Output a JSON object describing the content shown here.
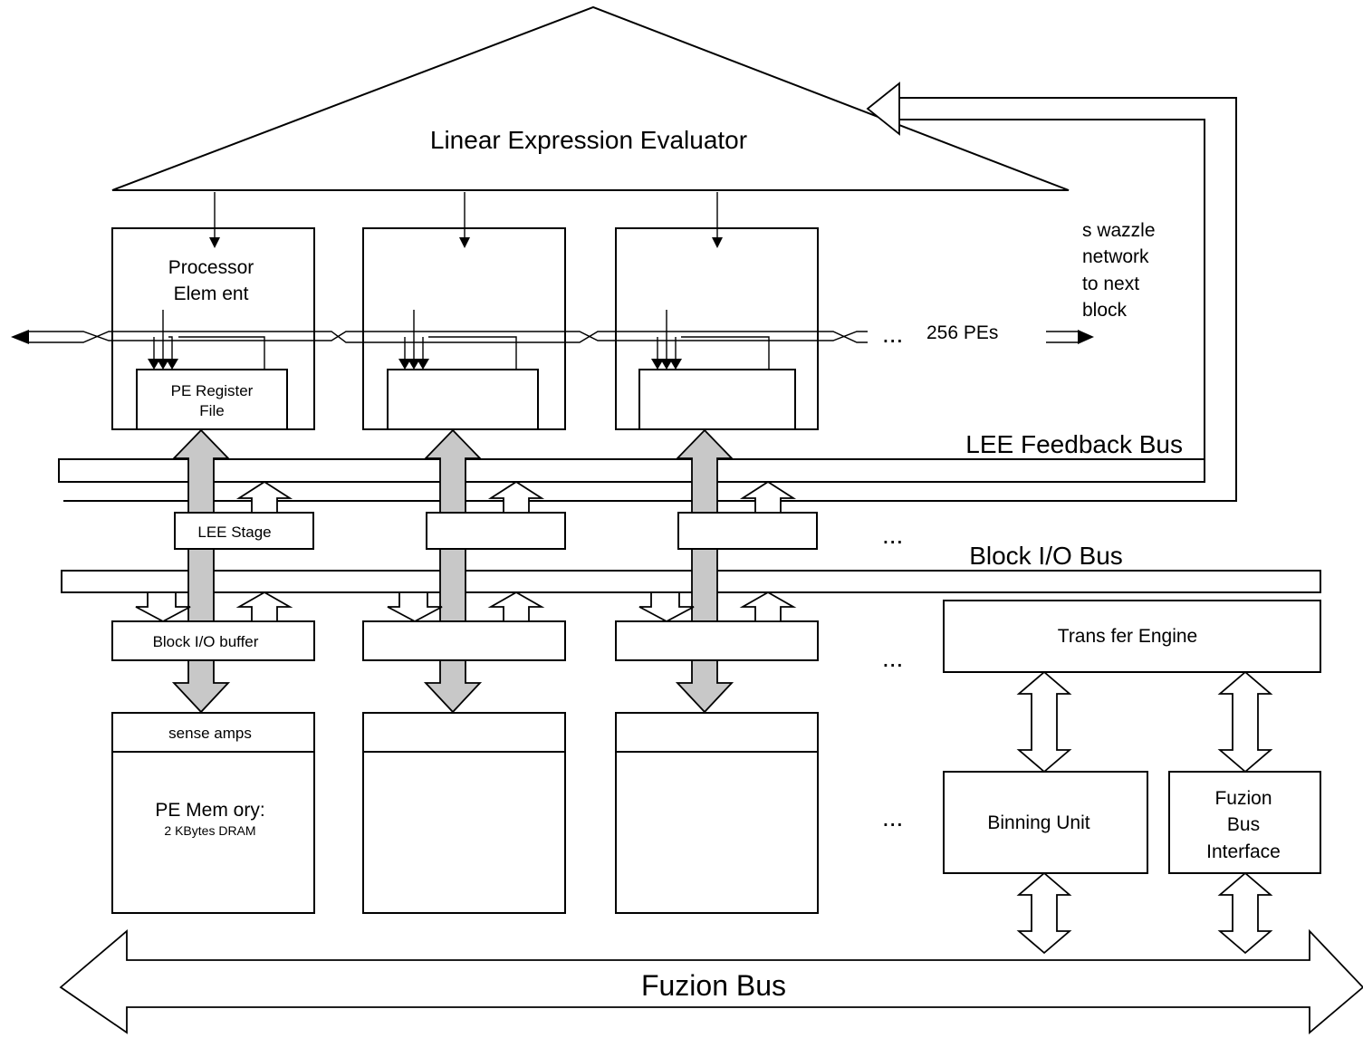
{
  "diagram": {
    "lee_title": "Linear Expression Evaluator",
    "processor_element": [
      "Processor",
      "Elem ent"
    ],
    "pe_register_file": [
      "PE Register",
      "File"
    ],
    "swizzle_note": [
      "s wazzle",
      "network",
      "to next",
      "block"
    ],
    "pe_count_label": "256 PEs",
    "ellipsis": "...",
    "lee_feedback_bus": "LEE Feedback Bus",
    "lee_stage": "LEE Stage",
    "block_io_bus": "Block I/O Bus",
    "block_io_buffer": "Block I/O buffer",
    "transfer_engine": "Trans fer Engine",
    "sense_amps": "sense amps",
    "pe_memory": "PE Mem ory:",
    "pe_memory_size": "2 KBytes DRAM",
    "binning_unit": "Binning Unit",
    "fuzion_bus_interface": [
      "Fuzion",
      "Bus",
      "Interface"
    ],
    "fuzion_bus": "Fuzion Bus"
  }
}
